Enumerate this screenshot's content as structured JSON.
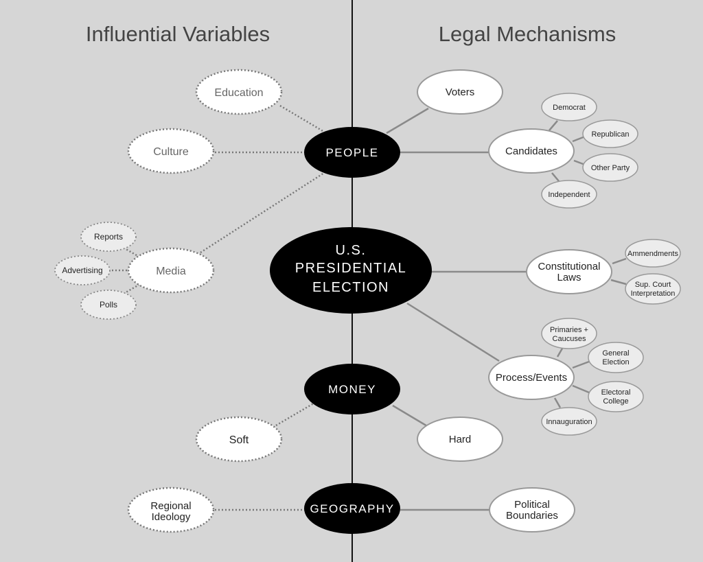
{
  "titles": {
    "left": "Influential Variables",
    "right": "Legal Mechanisms"
  },
  "hubs": {
    "center": [
      "U.S.",
      "PRESIDENTIAL",
      "ELECTION"
    ],
    "people": "PEOPLE",
    "money": "MONEY",
    "geography": "GEOGRAPHY"
  },
  "influential": {
    "education": "Education",
    "culture": "Culture",
    "media": "Media",
    "reports": "Reports",
    "advertising": "Advertising",
    "polls": "Polls",
    "soft": "Soft",
    "regional_ideology": [
      "Regional",
      "Ideology"
    ]
  },
  "legal": {
    "voters": "Voters",
    "candidates": "Candidates",
    "democrat": "Democrat",
    "republican": "Republican",
    "other_party": "Other Party",
    "independent": "Independent",
    "constitutional_laws": [
      "Constitutional",
      "Laws"
    ],
    "amendments": "Ammendments",
    "sup_court": [
      "Sup. Court",
      "Interpretation"
    ],
    "process_events": "Process/Events",
    "primaries": [
      "Primaries +",
      "Caucuses"
    ],
    "general_election": [
      "General",
      "Election"
    ],
    "electoral_college": [
      "Electoral",
      "College"
    ],
    "inauguration": "Innauguration",
    "hard": "Hard",
    "political_boundaries": [
      "Political",
      "Boundaries"
    ]
  },
  "colors": {
    "background": "#d6d6d6",
    "hub": "#000000",
    "node_fill": "#ffffff",
    "small_node_fill": "#ececec",
    "solid_line": "#8a8a8a",
    "dotted_line": "#777777"
  }
}
